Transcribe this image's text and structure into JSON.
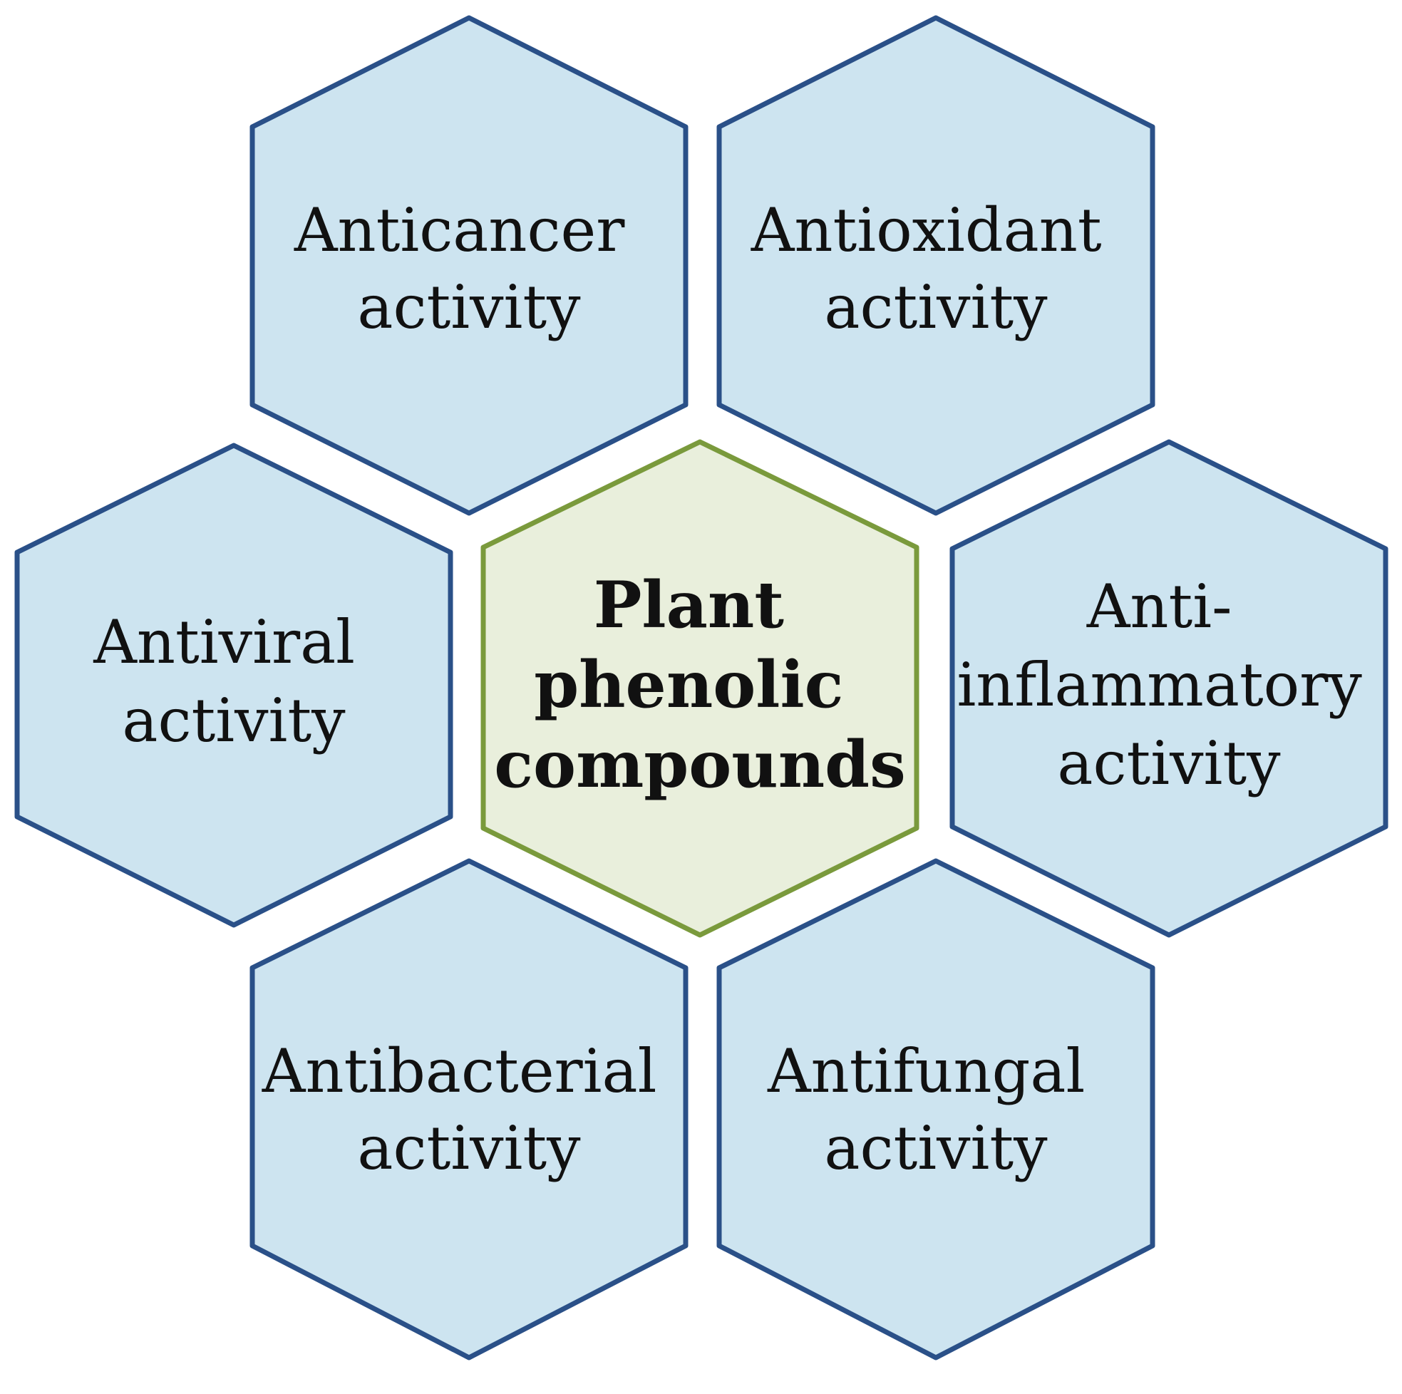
{
  "colors": {
    "outer_fill": "#cde4f0",
    "outer_stroke": "#2a5088",
    "center_fill": "#e9efdc",
    "center_stroke": "#7a9a3c",
    "text": "#111111"
  },
  "center": {
    "lines": [
      "Plant",
      "phenolic",
      "compounds"
    ]
  },
  "activities": [
    {
      "id": "anticancer",
      "lines": [
        "Anticancer",
        "activity"
      ]
    },
    {
      "id": "antioxidant",
      "lines": [
        "Antioxidant",
        "activity"
      ]
    },
    {
      "id": "antiviral",
      "lines": [
        "Antiviral",
        "activity"
      ]
    },
    {
      "id": "anti-inflammatory",
      "lines": [
        "Anti-",
        "inflammatory",
        "activity"
      ]
    },
    {
      "id": "antibacterial",
      "lines": [
        "Antibacterial",
        "activity"
      ]
    },
    {
      "id": "antifungal",
      "lines": [
        "Antifungal",
        "activity"
      ]
    }
  ]
}
